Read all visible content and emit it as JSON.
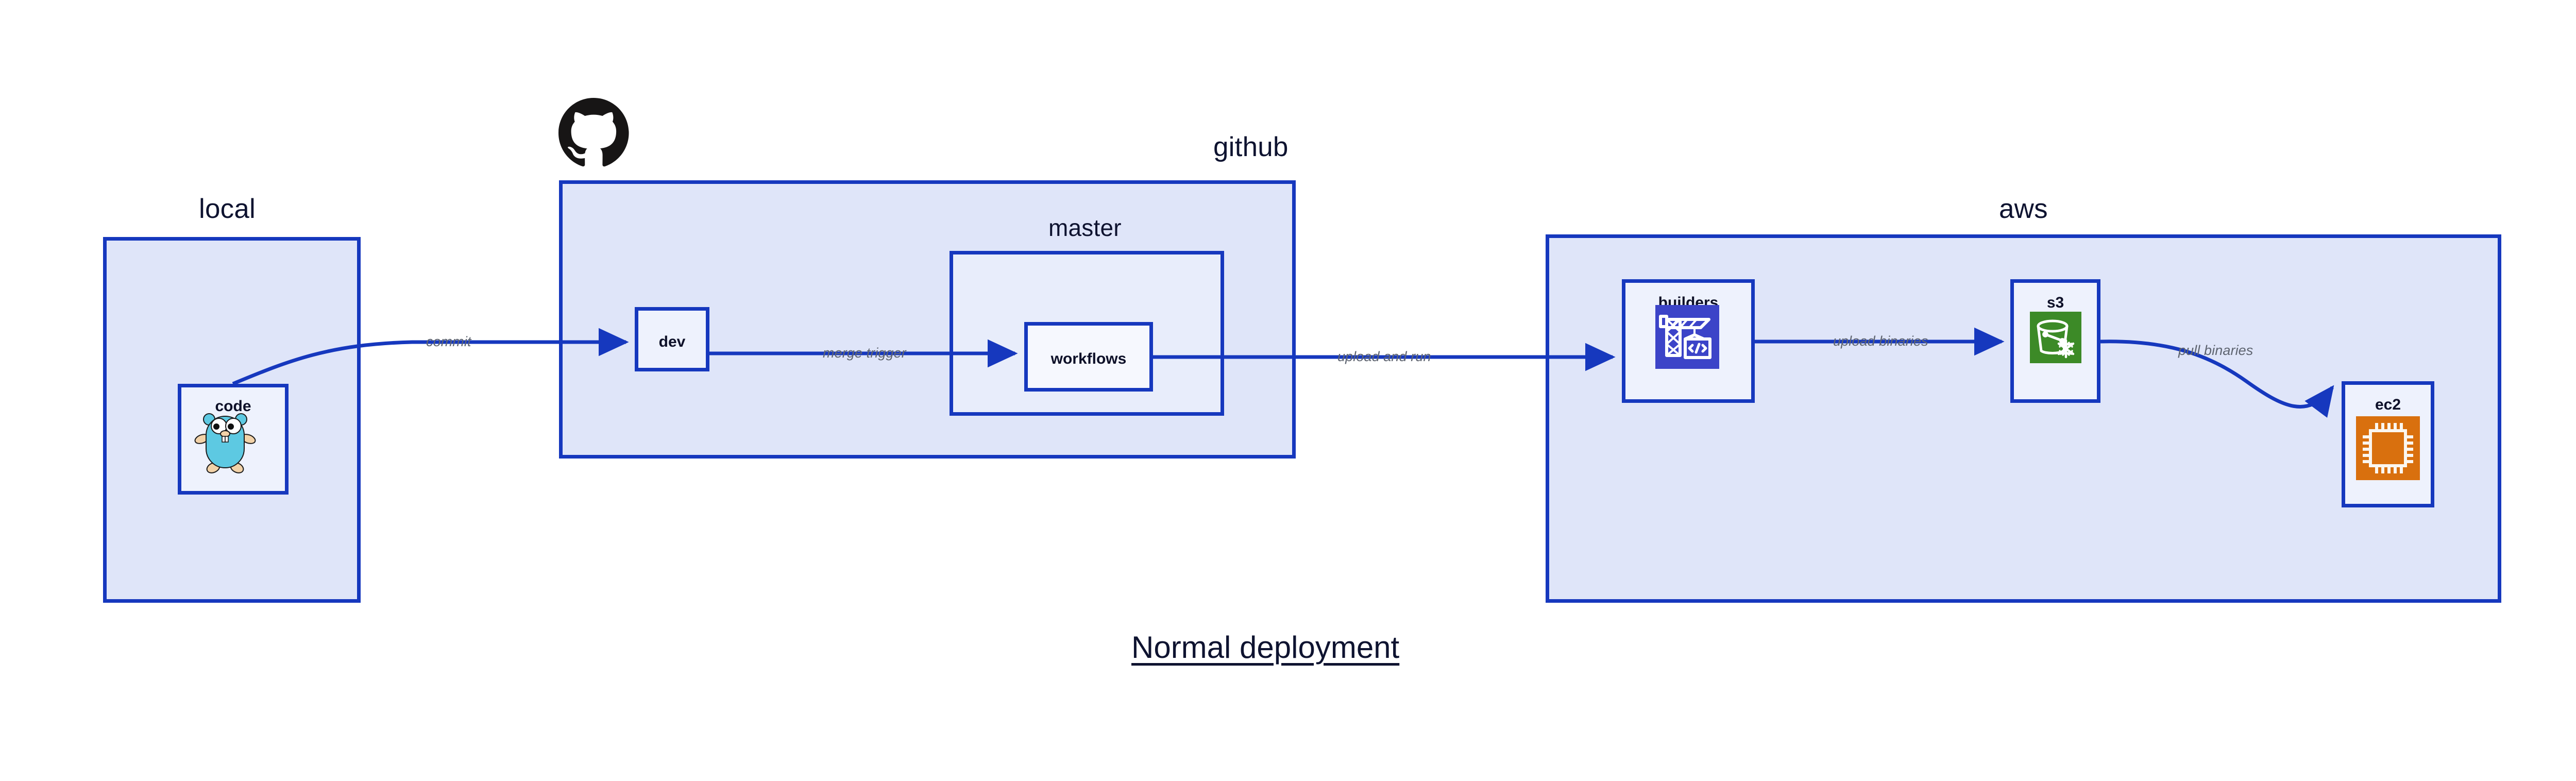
{
  "diagram": {
    "caption": "Normal deployment",
    "accent_border": "#1638be",
    "group_fill": "#dfe5f9",
    "subgroup_fill": "#e8edfb",
    "node_fill": "#eef2fd",
    "edge_label_color": "#5e6470",
    "title_color": "#0e1330"
  },
  "groups": [
    {
      "id": "local",
      "title": "local"
    },
    {
      "id": "github",
      "title": "github"
    },
    {
      "id": "master",
      "title": "master"
    },
    {
      "id": "aws",
      "title": "aws"
    }
  ],
  "nodes": [
    {
      "id": "code",
      "label": "code",
      "icon": "go-gopher-icon",
      "icon_color": "#5dc9e2"
    },
    {
      "id": "dev",
      "label": "dev",
      "icon": "none",
      "icon_color": ""
    },
    {
      "id": "workflows",
      "label": "workflows",
      "icon": "none",
      "icon_color": ""
    },
    {
      "id": "builders",
      "label": "builders",
      "icon": "aws-codebuild-icon",
      "icon_color": "#3c44c8"
    },
    {
      "id": "s3",
      "label": "s3",
      "icon": "aws-s3-glacier-icon",
      "icon_color": "#3c8a27"
    },
    {
      "id": "ec2",
      "label": "ec2",
      "icon": "aws-ec2-icon",
      "icon_color": "#d9700e"
    }
  ],
  "edges": [
    {
      "id": "commit",
      "label": "commit",
      "from": "code",
      "to": "dev"
    },
    {
      "id": "merge-trigger",
      "label": "merge trigger",
      "from": "dev",
      "to": "workflows"
    },
    {
      "id": "upload-and-run",
      "label": "upload and run",
      "from": "workflows",
      "to": "builders"
    },
    {
      "id": "upload-binaries",
      "label": "upload binaries",
      "from": "builders",
      "to": "s3"
    },
    {
      "id": "pull-binaries",
      "label": "pull binaries",
      "from": "s3",
      "to": "ec2"
    }
  ],
  "logos": [
    {
      "id": "github-octocat",
      "name": "github-octocat-icon",
      "color": "#171515"
    }
  ]
}
